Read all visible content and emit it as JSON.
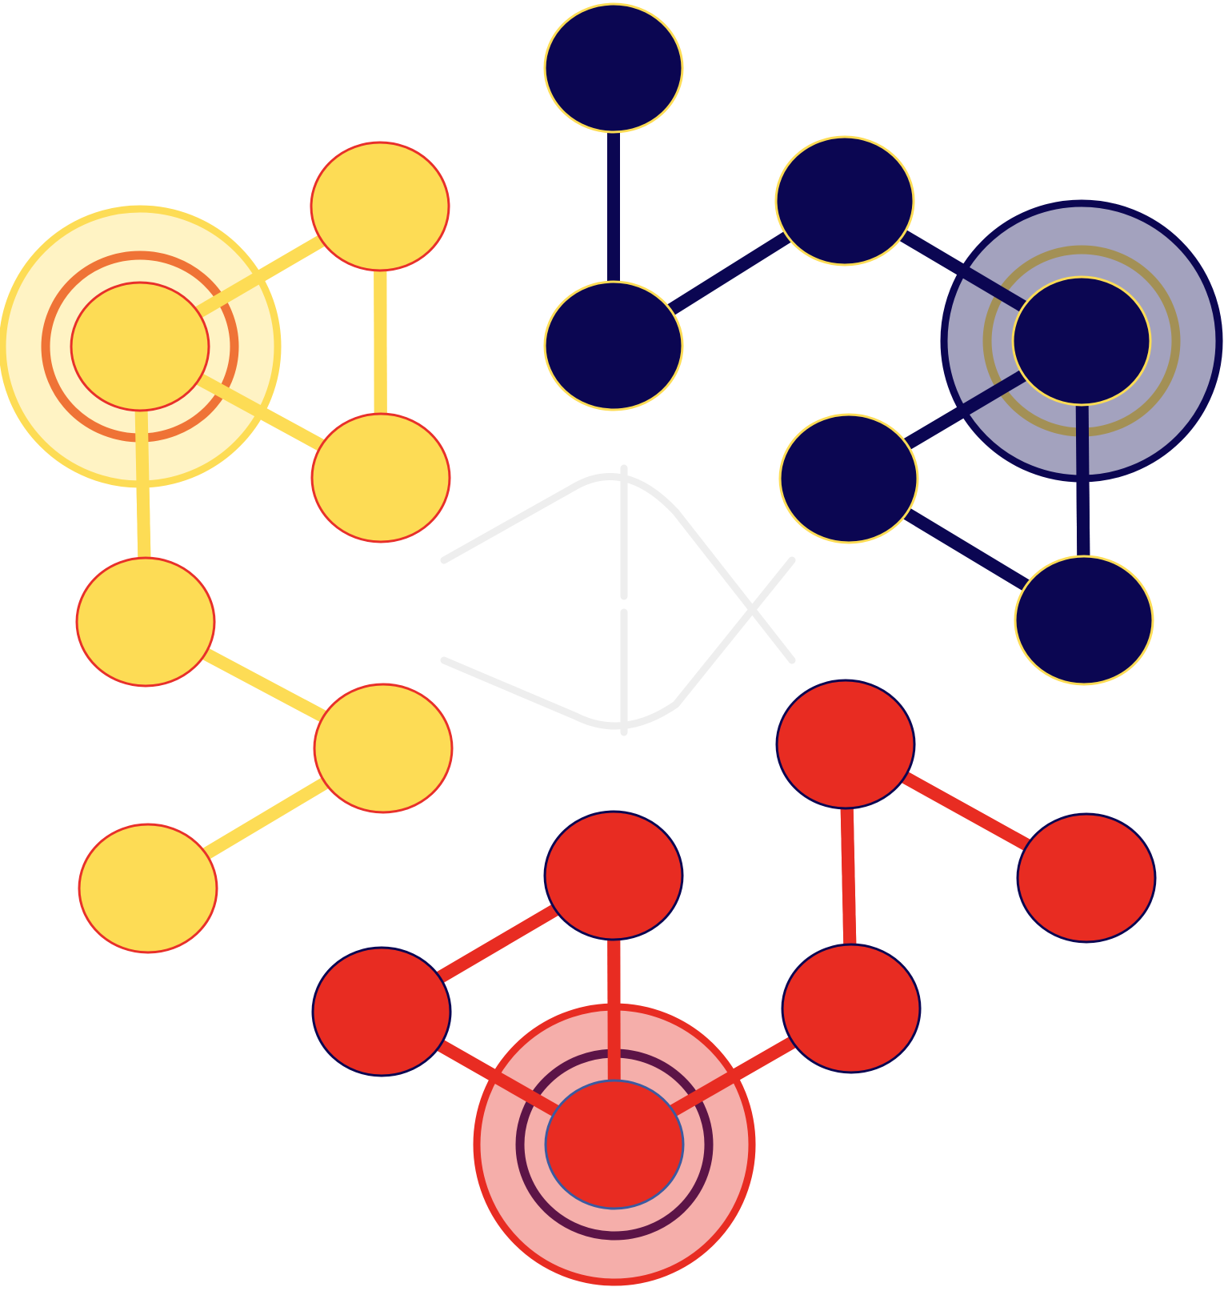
{
  "colors": {
    "background": "#ffffff",
    "yellow": "#fddc55",
    "yellow_outline": "#e8302a",
    "yellow_halo_fill": "#fff3c4",
    "yellow_halo_ring": "#fddc55",
    "yellow_mid_ring": "#ef7336",
    "navy": "#0b0652",
    "navy_outline": "#fddc55",
    "navy_halo_fill": "#a3a2be",
    "navy_halo_ring": "#0b0652",
    "navy_mid_ring": "#a39055",
    "red": "#e82c22",
    "red_outline": "#0b0652",
    "red_halo_fill": "#f5aeaa",
    "red_halo_ring": "#e82c22",
    "red_mid_ring": "#5c1447",
    "red_hub_outline": "#3b5aa0",
    "watermark": "#eeeeee"
  },
  "watermark": {
    "name": "faint-triangle-logo"
  },
  "clusters": [
    {
      "name": "yellow-cluster",
      "color_key": "yellow",
      "nodes": [
        {
          "id": "y-hub",
          "hub": true
        },
        {
          "id": "y-top"
        },
        {
          "id": "y-right-upper"
        },
        {
          "id": "y-left-mid"
        },
        {
          "id": "y-right-lower"
        },
        {
          "id": "y-left-bottom"
        }
      ],
      "edges": [
        [
          "y-hub",
          "y-top"
        ],
        [
          "y-hub",
          "y-right-upper"
        ],
        [
          "y-top",
          "y-right-upper"
        ],
        [
          "y-hub",
          "y-left-mid"
        ],
        [
          "y-left-mid",
          "y-right-lower"
        ],
        [
          "y-right-lower",
          "y-left-bottom"
        ]
      ]
    },
    {
      "name": "navy-cluster",
      "color_key": "navy",
      "nodes": [
        {
          "id": "n-top"
        },
        {
          "id": "n-left"
        },
        {
          "id": "n-upper-mid"
        },
        {
          "id": "n-hub",
          "hub": true
        },
        {
          "id": "n-mid-left"
        },
        {
          "id": "n-bottom-right"
        }
      ],
      "edges": [
        [
          "n-top",
          "n-left"
        ],
        [
          "n-left",
          "n-upper-mid"
        ],
        [
          "n-upper-mid",
          "n-hub"
        ],
        [
          "n-hub",
          "n-mid-left"
        ],
        [
          "n-mid-left",
          "n-bottom-right"
        ],
        [
          "n-hub",
          "n-bottom-right"
        ]
      ]
    },
    {
      "name": "red-cluster",
      "color_key": "red",
      "nodes": [
        {
          "id": "r-top-right"
        },
        {
          "id": "r-far-right"
        },
        {
          "id": "r-mid-right"
        },
        {
          "id": "r-top-mid"
        },
        {
          "id": "r-left"
        },
        {
          "id": "r-hub",
          "hub": true
        }
      ],
      "edges": [
        [
          "r-top-right",
          "r-far-right"
        ],
        [
          "r-top-right",
          "r-mid-right"
        ],
        [
          "r-mid-right",
          "r-hub"
        ],
        [
          "r-top-mid",
          "r-hub"
        ],
        [
          "r-top-mid",
          "r-left"
        ],
        [
          "r-left",
          "r-hub"
        ]
      ]
    }
  ]
}
